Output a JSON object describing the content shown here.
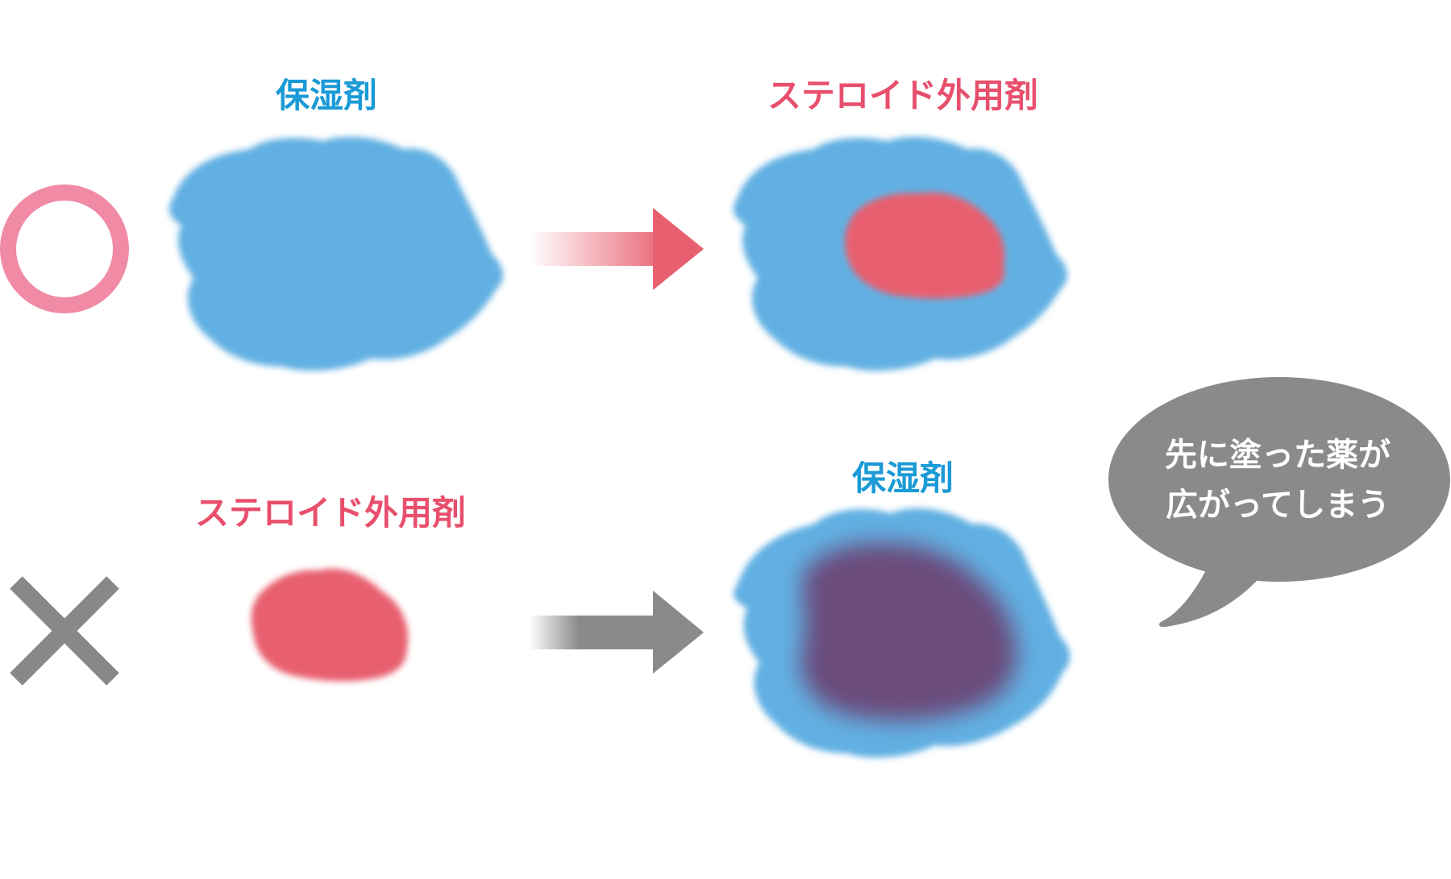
{
  "colors": {
    "moisturizer": "#62b0e3",
    "moisturizer_label": "#1a9ad6",
    "steroid": "#e8606f",
    "steroid_label": "#e84f6c",
    "mixed": "#6a4b7c",
    "correct_mark": "#f08aa5",
    "wrong_mark": "#888888",
    "arrow_correct": "#e8606f",
    "arrow_wrong": "#8a8a8a",
    "bubble": "#8a8a8a",
    "bubble_text": "#ffffff"
  },
  "rows": {
    "correct": {
      "mark_icon": "circle-icon",
      "first_label": "保湿剤",
      "second_label": "ステロイド外用剤"
    },
    "wrong": {
      "mark_icon": "cross-icon",
      "first_label": "ステロイド外用剤",
      "second_label": "保湿剤"
    }
  },
  "speech_bubble": {
    "line1": "先に塗った薬が",
    "line2": "広がってしまう"
  }
}
